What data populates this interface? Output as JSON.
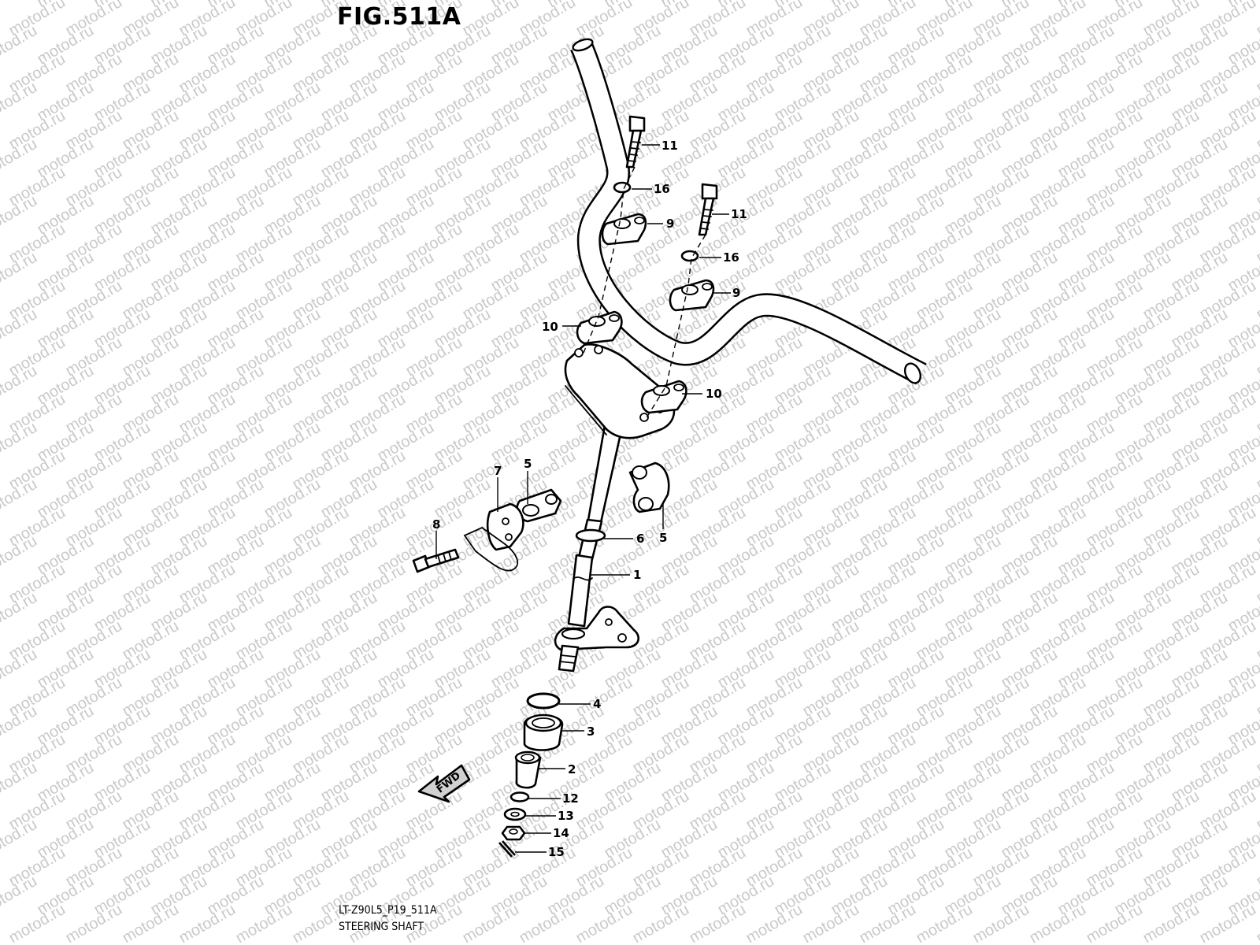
{
  "figure": {
    "title": "FIG.511A",
    "code": "LT-Z90L5_P19_511A",
    "name": "STEERING SHAFT"
  },
  "watermark": {
    "text": "motod.ru",
    "color": "#c9c9c9"
  },
  "direction_arrow": {
    "label": "FWD"
  },
  "callouts": [
    {
      "id": "c11a",
      "label": "11"
    },
    {
      "id": "c16a",
      "label": "16"
    },
    {
      "id": "c9a",
      "label": "9"
    },
    {
      "id": "c11b",
      "label": "11"
    },
    {
      "id": "c16b",
      "label": "16"
    },
    {
      "id": "c9b",
      "label": "9"
    },
    {
      "id": "c10a",
      "label": "10"
    },
    {
      "id": "c10b",
      "label": "10"
    },
    {
      "id": "c7",
      "label": "7"
    },
    {
      "id": "c5a",
      "label": "5"
    },
    {
      "id": "c5b",
      "label": "5"
    },
    {
      "id": "c8",
      "label": "8"
    },
    {
      "id": "c6",
      "label": "6"
    },
    {
      "id": "c1",
      "label": "1"
    },
    {
      "id": "c4",
      "label": "4"
    },
    {
      "id": "c3",
      "label": "3"
    },
    {
      "id": "c2",
      "label": "2"
    },
    {
      "id": "c12",
      "label": "12"
    },
    {
      "id": "c13",
      "label": "13"
    },
    {
      "id": "c14",
      "label": "14"
    },
    {
      "id": "c15",
      "label": "15"
    }
  ]
}
